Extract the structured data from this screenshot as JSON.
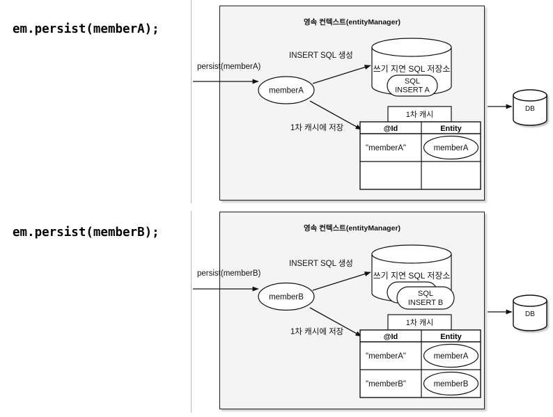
{
  "page": {
    "background": "#ffffff",
    "divider_color": "#b9b9b9",
    "box_fill": "#f4f4f4",
    "stroke_color": "#1a1a1a"
  },
  "left_code": [
    {
      "text": "em.persist(memberA);"
    },
    {
      "text": "em.persist(memberB);"
    }
  ],
  "panels": [
    {
      "title": "영속 컨텍스트(entityManager)",
      "incoming_label": "persist(memberA)",
      "entity_ellipse": "memberA",
      "arrow_labels": {
        "to_store": "INSERT SQL 생성",
        "to_cache": "1차 캐시에 저장"
      },
      "store": {
        "title": "쓰기 지연 SQL 저장소",
        "sql_boxes": [
          {
            "line1": "SQL",
            "line2": "INSERT A"
          }
        ]
      },
      "cache": {
        "tab_label": "1차 캐시",
        "headers": [
          "@Id",
          "Entity"
        ],
        "rows": [
          {
            "id": "\"memberA\"",
            "entity": "memberA"
          },
          {
            "id": "",
            "entity": ""
          }
        ]
      },
      "db_label": "DB"
    },
    {
      "title": "영속 컨텍스트(entityManager)",
      "incoming_label": "persist(memberB)",
      "entity_ellipse": "memberB",
      "arrow_labels": {
        "to_store": "INSERT SQL 생성",
        "to_cache": "1차 캐시에 저장"
      },
      "store": {
        "title": "쓰기 지연 SQL 저장소",
        "sql_boxes": [
          {
            "line1": "",
            "line2": ""
          },
          {
            "line1": "SQL",
            "line2": "INSERT B"
          }
        ]
      },
      "cache": {
        "tab_label": "1차 캐시",
        "headers": [
          "@Id",
          "Entity"
        ],
        "rows": [
          {
            "id": "\"memberA\"",
            "entity": "memberA"
          },
          {
            "id": "\"memberB\"",
            "entity": "memberB"
          }
        ]
      },
      "db_label": "DB"
    }
  ]
}
